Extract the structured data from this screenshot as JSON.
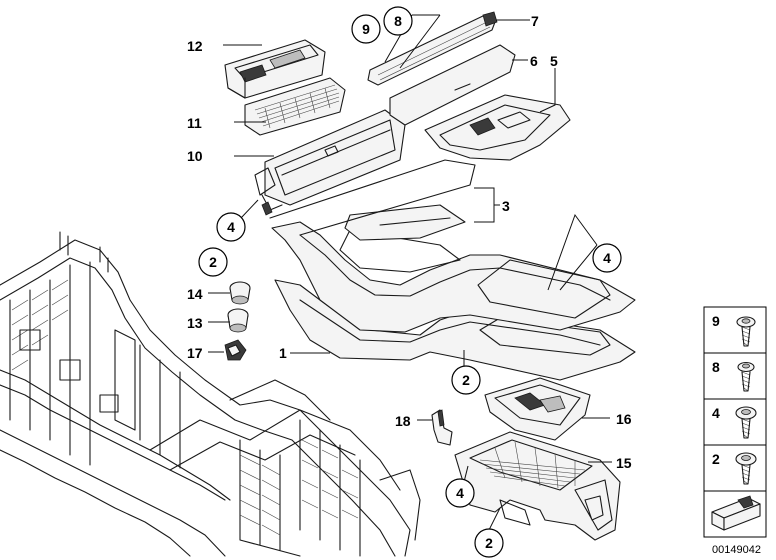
{
  "callouts": {
    "c1": "1",
    "c3": "3",
    "c5": "5",
    "c6": "6",
    "c7": "7",
    "c10": "10",
    "c11": "11",
    "c12": "12",
    "c13": "13",
    "c14": "14",
    "c15": "15",
    "c16": "16",
    "c17": "17",
    "c18": "18"
  },
  "circled": {
    "c9": "9",
    "c8": "8",
    "c4a": "4",
    "c2a": "2",
    "c4b": "4",
    "c2b": "2",
    "c4c": "4",
    "c2c": "2"
  },
  "legend": [
    "9",
    "8",
    "4",
    "2"
  ],
  "diagram_id": "00149042"
}
